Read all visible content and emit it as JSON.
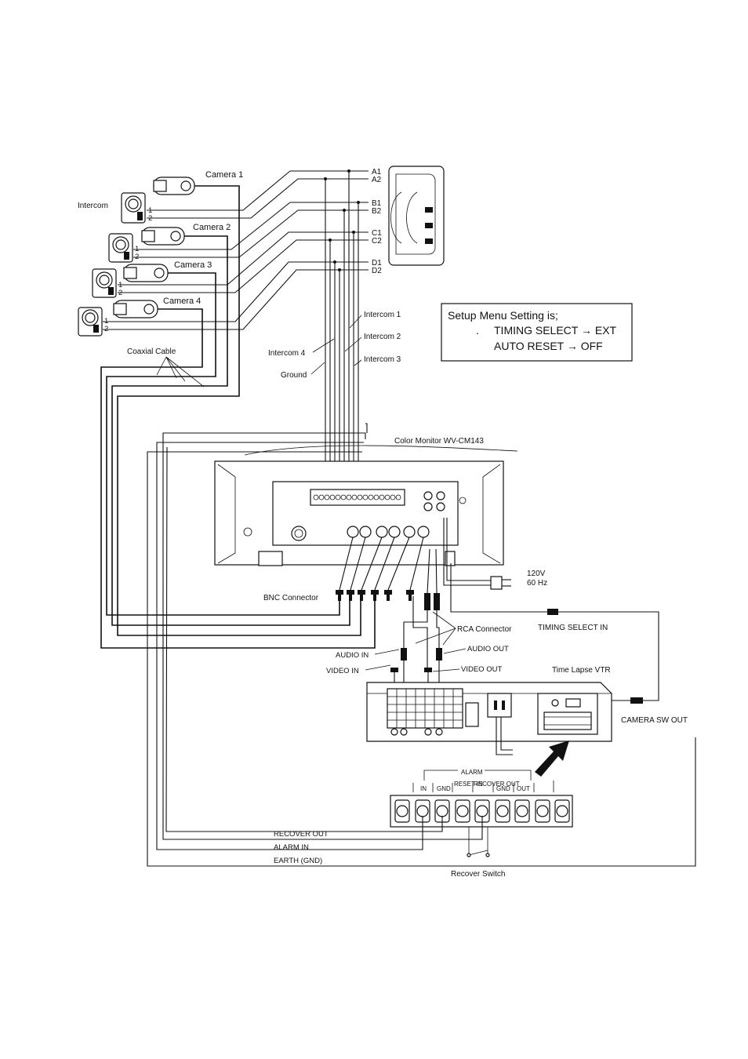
{
  "cameras": [
    "Camera 1",
    "Camera 2",
    "Camera 3",
    "Camera 4"
  ],
  "intercom_device": "Intercom",
  "pin_one": "1",
  "pin_two": "2",
  "terminals": [
    "A1",
    "A2",
    "B1",
    "B2",
    "C1",
    "C2",
    "D1",
    "D2"
  ],
  "wires": {
    "intercom1": "Intercom 1",
    "intercom2": "Intercom 2",
    "intercom3": "Intercom 3",
    "intercom4": "Intercom 4",
    "ground": "Ground",
    "coaxial": "Coaxial Cable"
  },
  "setup_box": {
    "title": "Setup Menu Setting is;",
    "bullet": ".",
    "line1": "TIMING SELECT → EXT",
    "line2": "AUTO RESET → OFF"
  },
  "monitor": {
    "name": "Color Monitor WV-CM143",
    "power_voltage": "120V",
    "power_freq": "60 Hz"
  },
  "connectors": {
    "bnc": "BNC Connector",
    "rca": "RCA Connector",
    "audio_in": "AUDIO IN",
    "video_in": "VIDEO IN",
    "audio_out": "AUDIO OUT",
    "video_out": "VIDEO OUT",
    "timing_select_in": "TIMING SELECT IN",
    "camera_sw_out": "CAMERA SW OUT"
  },
  "vtr": {
    "name": "Time Lapse VTR"
  },
  "alarm_block": {
    "title": "ALARM",
    "labels": [
      "IN",
      "GND",
      "RESET IN",
      "RECOVER OUT",
      "GND",
      "OUT"
    ],
    "recover_out": "RECOVER OUT",
    "alarm_in": "ALARM IN",
    "earth": "EARTH (GND)",
    "recover_switch": "Recover Switch"
  }
}
